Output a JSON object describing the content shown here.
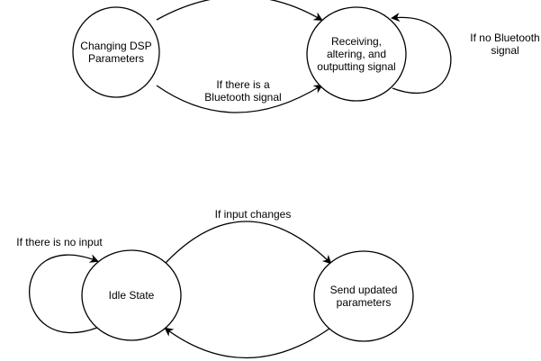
{
  "diagram_top": {
    "nodes": {
      "changing_dsp": [
        "Changing DSP",
        "Parameters"
      ],
      "receiving": [
        "Receiving,",
        "altering, and",
        "outputting signal"
      ]
    },
    "edges": {
      "bluetooth_signal_label": [
        "If there is a",
        "Bluetooth signal"
      ],
      "no_bluetooth_label": [
        "If no Bluetooth",
        "signal"
      ]
    }
  },
  "diagram_bottom": {
    "nodes": {
      "idle": [
        "Idle State"
      ],
      "send_updated": [
        "Send updated",
        "parameters"
      ]
    },
    "edges": {
      "input_changes_label": [
        "If input changes"
      ],
      "no_input_label": [
        "If there is no input"
      ]
    }
  }
}
